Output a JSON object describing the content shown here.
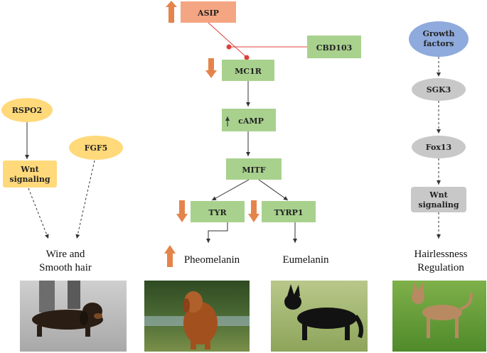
{
  "nodes": {
    "rspo2": "RSPO2",
    "wnt_left_line1": "Wnt",
    "wnt_left_line2": "signaling",
    "fgf5": "FGF5",
    "asip": "ASIP",
    "cbd103": "CBD103",
    "mc1r": "MC1R",
    "camp": "cAMP",
    "mitf": "MITF",
    "tyr": "TYR",
    "tyrp1": "TYRP1",
    "growth_line1": "Growth",
    "growth_line2": "factors",
    "sgk3": "SGK3",
    "fox13": "Fox13",
    "wnt_right_line1": "Wnt",
    "wnt_right_line2": "signaling"
  },
  "captions": {
    "wire_line1": "Wire and",
    "wire_line2": "Smooth hair",
    "pheomelanin": "Pheomelanin",
    "eumelanin": "Eumelanin",
    "hairless_line1": "Hairlessness",
    "hairless_line2": "Regulation"
  },
  "colors": {
    "yellow_node": "#FFD97A",
    "green_node": "#A9D18E",
    "salmon_node": "#F4A582",
    "blue_node": "#8FAADC",
    "gray_node": "#C8C8C8",
    "orange_arrow": "#E5844A",
    "inhibit_red": "#E0403A"
  },
  "photos": [
    {
      "name": "photo-dachshund"
    },
    {
      "name": "photo-golden-retriever"
    },
    {
      "name": "photo-black-shepherd"
    },
    {
      "name": "photo-hairless-dog"
    }
  ]
}
